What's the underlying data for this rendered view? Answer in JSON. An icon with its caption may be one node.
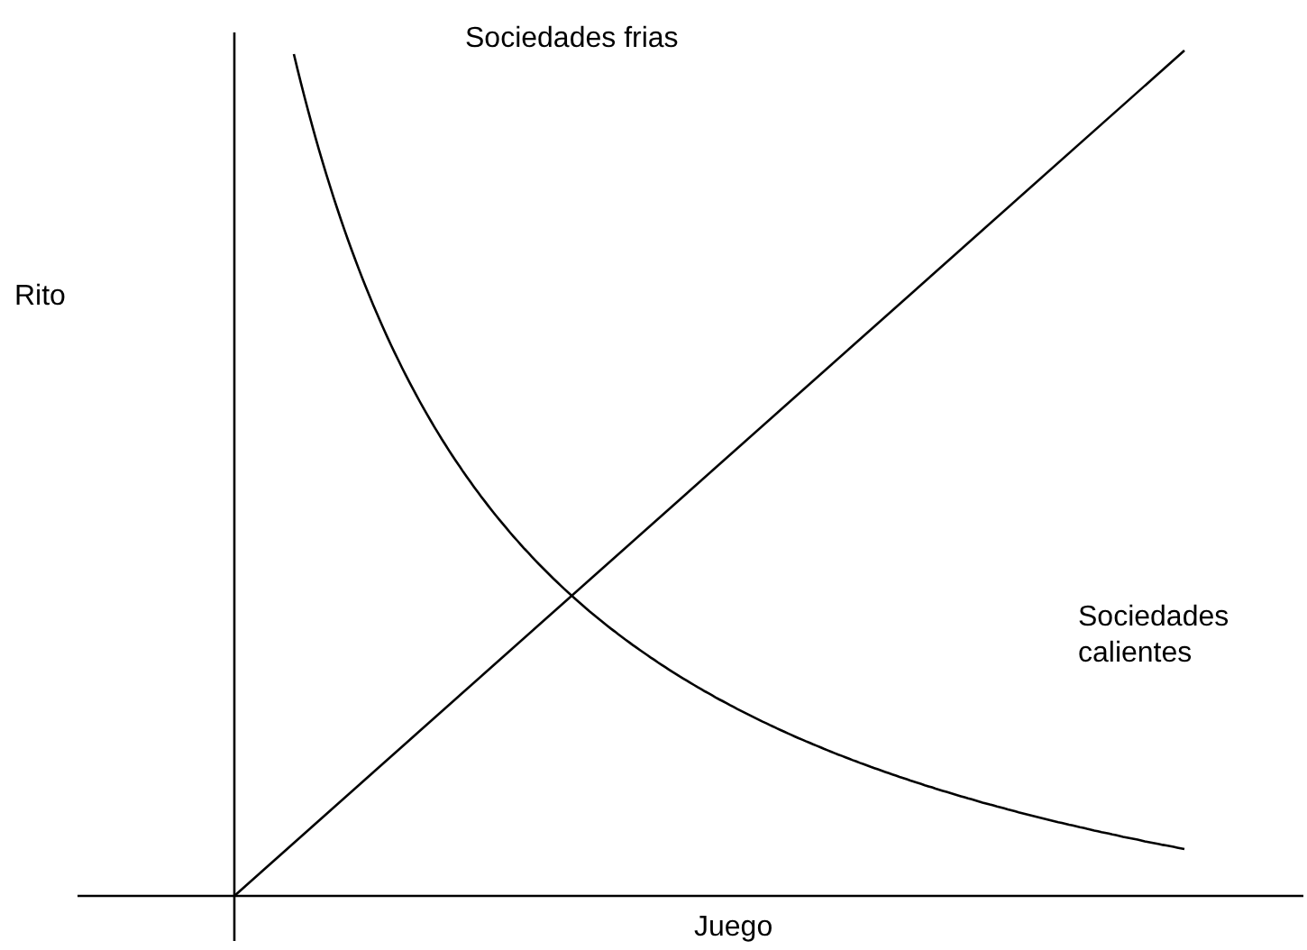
{
  "diagram": {
    "labels": [
      "Sociedades frias",
      "Rito",
      "Sociedades calientes",
      "Juego"
    ]
  }
}
